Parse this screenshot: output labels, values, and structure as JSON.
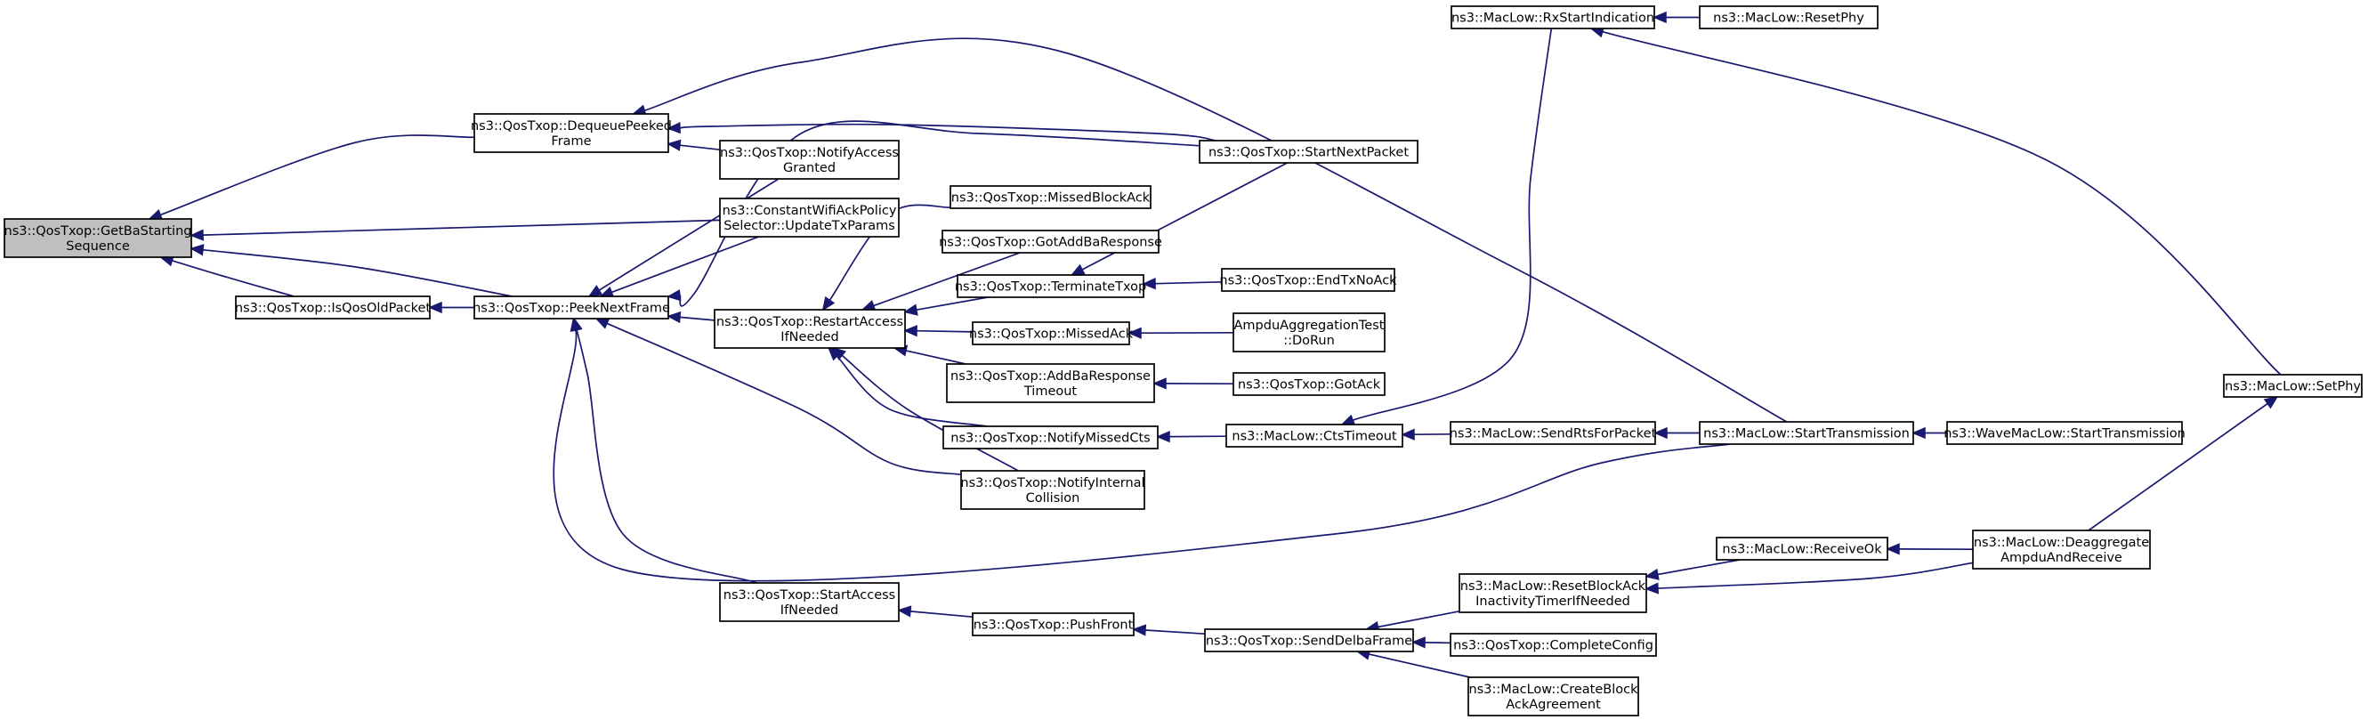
{
  "graph": {
    "nodes": [
      {
        "id": "root",
        "lines": [
          "ns3::QosTxop::GetBaStarting",
          "Sequence"
        ],
        "root": true
      },
      {
        "id": "dequeue",
        "lines": [
          "ns3::QosTxop::DequeuePeeked",
          "Frame"
        ]
      },
      {
        "id": "isqosold",
        "lines": [
          "ns3::QosTxop::IsQosOldPacket"
        ]
      },
      {
        "id": "peek",
        "lines": [
          "ns3::QosTxop::PeekNextFrame"
        ]
      },
      {
        "id": "notifyaccess",
        "lines": [
          "ns3::QosTxop::NotifyAccess",
          "Granted"
        ]
      },
      {
        "id": "constwifi",
        "lines": [
          "ns3::ConstantWifiAckPolicy",
          "Selector::UpdateTxParams"
        ]
      },
      {
        "id": "restart",
        "lines": [
          "ns3::QosTxop::RestartAccess",
          "IfNeeded"
        ]
      },
      {
        "id": "startaccess",
        "lines": [
          "ns3::QosTxop::StartAccess",
          "IfNeeded"
        ]
      },
      {
        "id": "missedblock",
        "lines": [
          "ns3::QosTxop::MissedBlockAck"
        ]
      },
      {
        "id": "gotaddba",
        "lines": [
          "ns3::QosTxop::GotAddBaResponse"
        ]
      },
      {
        "id": "terminate",
        "lines": [
          "ns3::QosTxop::TerminateTxop"
        ]
      },
      {
        "id": "missedack",
        "lines": [
          "ns3::QosTxop::MissedAck"
        ]
      },
      {
        "id": "addbatimeout",
        "lines": [
          "ns3::QosTxop::AddBaResponse",
          "Timeout"
        ]
      },
      {
        "id": "notifymissedcts",
        "lines": [
          "ns3::QosTxop::NotifyMissedCts"
        ]
      },
      {
        "id": "notifyinternal",
        "lines": [
          "ns3::QosTxop::NotifyInternal",
          "Collision"
        ]
      },
      {
        "id": "pushfront",
        "lines": [
          "ns3::QosTxop::PushFront"
        ]
      },
      {
        "id": "startnext",
        "lines": [
          "ns3::QosTxop::StartNextPacket"
        ]
      },
      {
        "id": "endtxnoack",
        "lines": [
          "ns3::QosTxop::EndTxNoAck"
        ]
      },
      {
        "id": "ampdutest",
        "lines": [
          "AmpduAggregationTest",
          "::DoRun"
        ]
      },
      {
        "id": "gotack",
        "lines": [
          "ns3::QosTxop::GotAck"
        ]
      },
      {
        "id": "ctstimeout",
        "lines": [
          "ns3::MacLow::CtsTimeout"
        ]
      },
      {
        "id": "senddelba",
        "lines": [
          "ns3::QosTxop::SendDelbaFrame"
        ]
      },
      {
        "id": "rxstart",
        "lines": [
          "ns3::MacLow::RxStartIndication"
        ]
      },
      {
        "id": "sendrts",
        "lines": [
          "ns3::MacLow::SendRtsForPacket"
        ]
      },
      {
        "id": "resetblockack",
        "lines": [
          "ns3::MacLow::ResetBlockAck",
          "InactivityTimerIfNeeded"
        ]
      },
      {
        "id": "completeconfig",
        "lines": [
          "ns3::QosTxop::CompleteConfig"
        ]
      },
      {
        "id": "createblock",
        "lines": [
          "ns3::MacLow::CreateBlock",
          "AckAgreement"
        ]
      },
      {
        "id": "resetphy",
        "lines": [
          "ns3::MacLow::ResetPhy"
        ]
      },
      {
        "id": "starttx",
        "lines": [
          "ns3::MacLow::StartTransmission"
        ]
      },
      {
        "id": "receiveok",
        "lines": [
          "ns3::MacLow::ReceiveOk"
        ]
      },
      {
        "id": "wavestarttx",
        "lines": [
          "ns3::WaveMacLow::StartTransmission"
        ]
      },
      {
        "id": "deaggregate",
        "lines": [
          "ns3::MacLow::Deaggregate",
          "AmpduAndReceive"
        ]
      },
      {
        "id": "setphy",
        "lines": [
          "ns3::MacLow::SetPhy"
        ]
      }
    ],
    "edges": [
      {
        "from": "dequeue",
        "to": "root"
      },
      {
        "from": "constwifi",
        "to": "root"
      },
      {
        "from": "peek",
        "to": "root"
      },
      {
        "from": "isqosold",
        "to": "root"
      },
      {
        "from": "peek",
        "to": "isqosold"
      },
      {
        "from": "notifyaccess",
        "to": "dequeue"
      },
      {
        "from": "startnext",
        "to": "dequeue"
      },
      {
        "from": "starttx",
        "to": "dequeue"
      },
      {
        "from": "notifyaccess",
        "to": "peek"
      },
      {
        "from": "constwifi",
        "to": "peek"
      },
      {
        "from": "startnext",
        "to": "peek"
      },
      {
        "from": "restart",
        "to": "peek"
      },
      {
        "from": "notifyinternal",
        "to": "peek"
      },
      {
        "from": "starttx",
        "to": "peek"
      },
      {
        "from": "startaccess",
        "to": "peek"
      },
      {
        "from": "missedblock",
        "to": "restart"
      },
      {
        "from": "gotaddba",
        "to": "restart"
      },
      {
        "from": "terminate",
        "to": "restart"
      },
      {
        "from": "missedack",
        "to": "restart"
      },
      {
        "from": "addbatimeout",
        "to": "restart"
      },
      {
        "from": "notifymissedcts",
        "to": "restart"
      },
      {
        "from": "notifyinternal",
        "to": "restart"
      },
      {
        "from": "pushfront",
        "to": "startaccess"
      },
      {
        "from": "senddelba",
        "to": "pushfront"
      },
      {
        "from": "endtxnoack",
        "to": "terminate"
      },
      {
        "from": "startnext",
        "to": "terminate"
      },
      {
        "from": "ampdutest",
        "to": "missedack"
      },
      {
        "from": "gotack",
        "to": "addbatimeout"
      },
      {
        "from": "ctstimeout",
        "to": "notifymissedcts"
      },
      {
        "from": "sendrts",
        "to": "ctstimeout"
      },
      {
        "from": "rxstart",
        "to": "ctstimeout"
      },
      {
        "from": "starttx",
        "to": "sendrts"
      },
      {
        "from": "resetphy",
        "to": "rxstart"
      },
      {
        "from": "setphy",
        "to": "rxstart"
      },
      {
        "from": "wavestarttx",
        "to": "starttx"
      },
      {
        "from": "resetblockack",
        "to": "senddelba"
      },
      {
        "from": "completeconfig",
        "to": "senddelba"
      },
      {
        "from": "createblock",
        "to": "senddelba"
      },
      {
        "from": "receiveok",
        "to": "resetblockack"
      },
      {
        "from": "deaggregate",
        "to": "resetblockack"
      },
      {
        "from": "deaggregate",
        "to": "receiveok"
      },
      {
        "from": "deaggregate",
        "to": "setphy"
      }
    ]
  }
}
